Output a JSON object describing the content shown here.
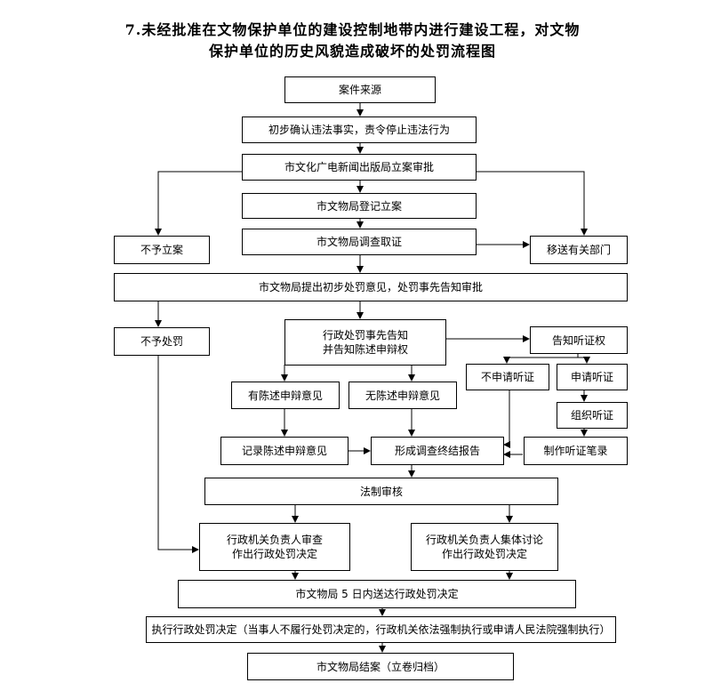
{
  "title": {
    "line1": "7.未经批准在文物保护单位的建设控制地带内进行建设工程，对文物",
    "line2": "保护单位的历史风貌造成破坏的处罚流程图"
  },
  "nodes": {
    "case_source": "案件来源",
    "initial_confirm": "初步确认违法事实，责令停止违法行为",
    "bureau_review": "市文化广电新闻出版局立案审批",
    "register_case": "市文物局登记立案",
    "not_register": "不予立案",
    "investigate": "市文物局调查取证",
    "transfer": "移送有关部门",
    "preliminary_opinion": "市文物局提出初步处罚意见，处罚事先告知审批",
    "no_penalty": "不予处罚",
    "notice_line1": "行政处罚事先告知",
    "notice_line2": "并告知陈述申辩权",
    "hearing_right": "告知听证权",
    "no_hearing_request": "不申请听证",
    "hearing_request": "申请听证",
    "has_statement": "有陈述申辩意见",
    "no_statement": "无陈述申辩意见",
    "organize_hearing": "组织听证",
    "record_statement": "记录陈述申辩意见",
    "final_report": "形成调查终结报告",
    "hearing_record": "制作听证笔录",
    "legal_review": "法制审核",
    "leader_review_line1": "行政机关负责人审查",
    "leader_review_line2": "作出行政处罚决定",
    "collective_line1": "行政机关负责人集体讨论",
    "collective_line2": "作出行政处罚决定",
    "deliver_decision": "市文物局 5 日内送达行政处罚决定",
    "execute_decision": "执行行政处罚决定（当事人不履行处罚决定的，行政机关依法强制执行或申请人民法院强制执行）",
    "close_case": "市文物局结案（立卷归档）"
  }
}
